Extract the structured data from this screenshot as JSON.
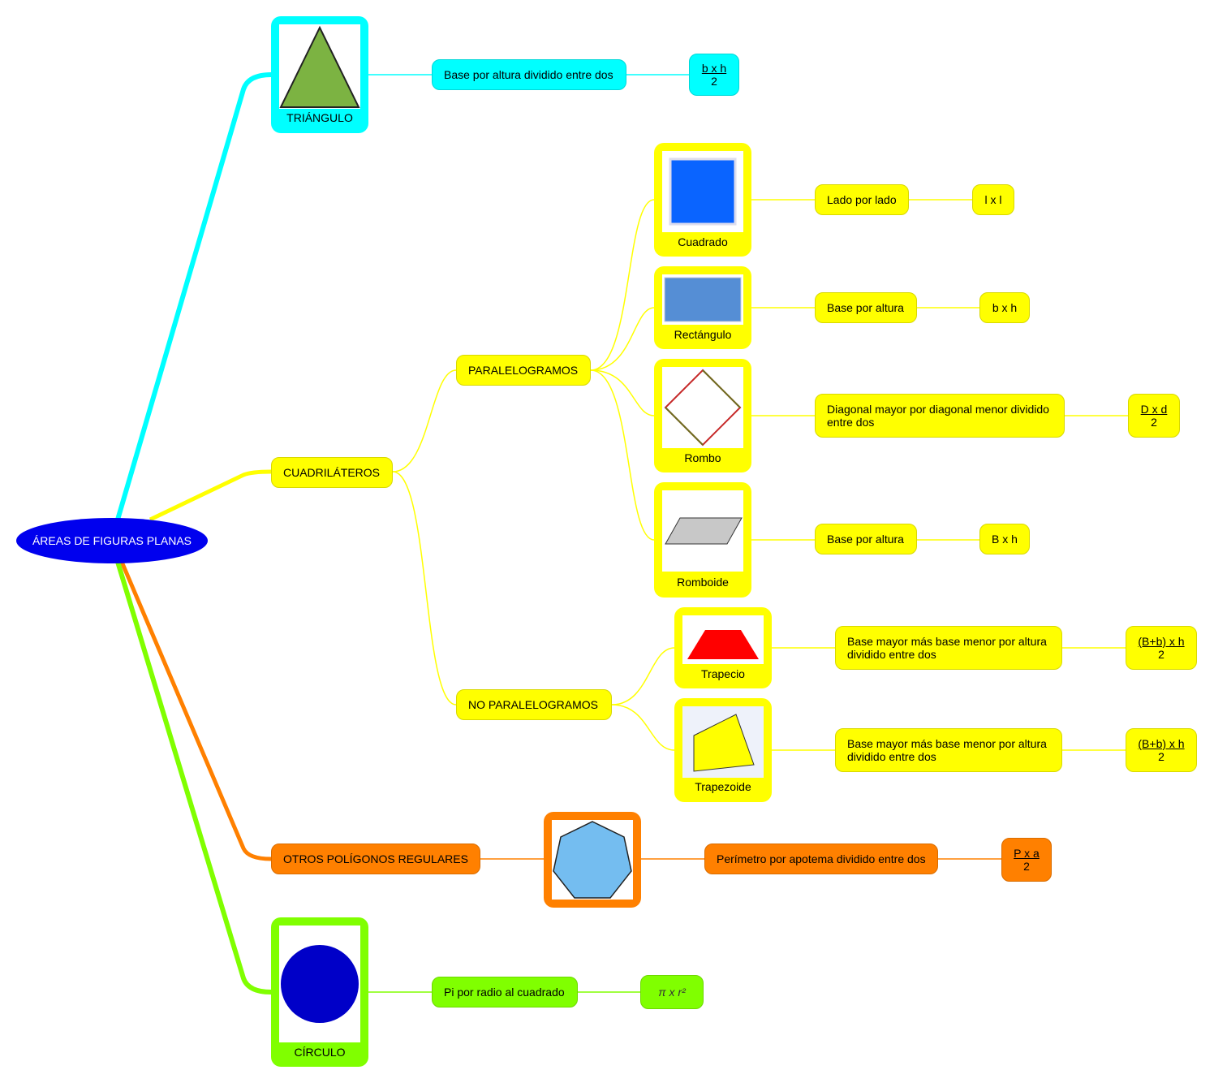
{
  "root": "ÁREAS DE FIGURAS PLANAS",
  "colors": {
    "triangle": "#00ffff",
    "quad": "#ffff00",
    "polygon": "#ff8000",
    "circle": "#80ff00",
    "root": "#0000ee"
  },
  "triangle": {
    "label": "TRIÁNGULO",
    "desc": "Base por altura dividido entre dos",
    "num": "b x h",
    "den": "2"
  },
  "quad": {
    "label": "CUADRILÁTEROS",
    "para": {
      "label": "PARALELOGRAMOS",
      "cuadrado": {
        "label": "Cuadrado",
        "desc": "Lado por lado",
        "formula": "l x l"
      },
      "rectangulo": {
        "label": "Rectángulo",
        "desc": "Base por altura",
        "formula": "b x h"
      },
      "rombo": {
        "label": "Rombo",
        "desc": "Diagonal mayor por diagonal menor dividido entre dos",
        "num": "D x d",
        "den": "2"
      },
      "romboide": {
        "label": "Romboide",
        "desc": "Base por altura",
        "formula": "B x h"
      }
    },
    "nopara": {
      "label": "NO PARALELOGRAMOS",
      "trapecio": {
        "label": "Trapecio",
        "desc": "Base mayor más base menor por altura dividido entre dos",
        "num": "(B+b) x h",
        "den": "2"
      },
      "trapezoide": {
        "label": "Trapezoide",
        "desc": "Base mayor más base menor por altura dividido entre dos",
        "num": "(B+b) x h",
        "den": "2"
      }
    }
  },
  "polygon": {
    "label": "OTROS POLÍGONOS REGULARES",
    "desc": "Perímetro por apotema dividido entre dos",
    "num": "P x a",
    "den": "2"
  },
  "circle": {
    "label": "CÍRCULO",
    "desc": "Pi por radio al cuadrado",
    "formula": "π x r²"
  }
}
